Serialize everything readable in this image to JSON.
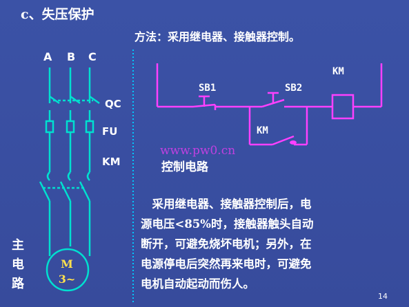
{
  "title": "c、失压保护",
  "method": "方法：采用继电器、接触器控制。",
  "phases": [
    "A",
    "B",
    "C"
  ],
  "main_labels": {
    "qc": "QC",
    "fu": "FU",
    "km": "KM"
  },
  "motor": {
    "line1": "M",
    "line2": "3~"
  },
  "main_circuit_label": [
    "主",
    "电",
    "路"
  ],
  "control": {
    "sb1": "SB1",
    "sb2": "SB2",
    "km_coil": "KM",
    "km_contact": "KM",
    "title": "控制电路"
  },
  "watermark": "www.pw0.cn",
  "description": [
    "　采用继电器、接触器控制后，电",
    "源电压<85%时，接触器触头自动",
    "断开，可避免烧坏电机；另外，在",
    "电源停电后突然再来电时，可避免",
    "电机自动起动而伤人。"
  ],
  "page_number": "14",
  "colors": {
    "background": "#3a4fa0",
    "main_circuit": "#00e0d0",
    "control_circuit": "#ff40ff",
    "motor_text": "#ffe14d",
    "watermark": "#c040e0",
    "divider": "#00c8ff"
  }
}
